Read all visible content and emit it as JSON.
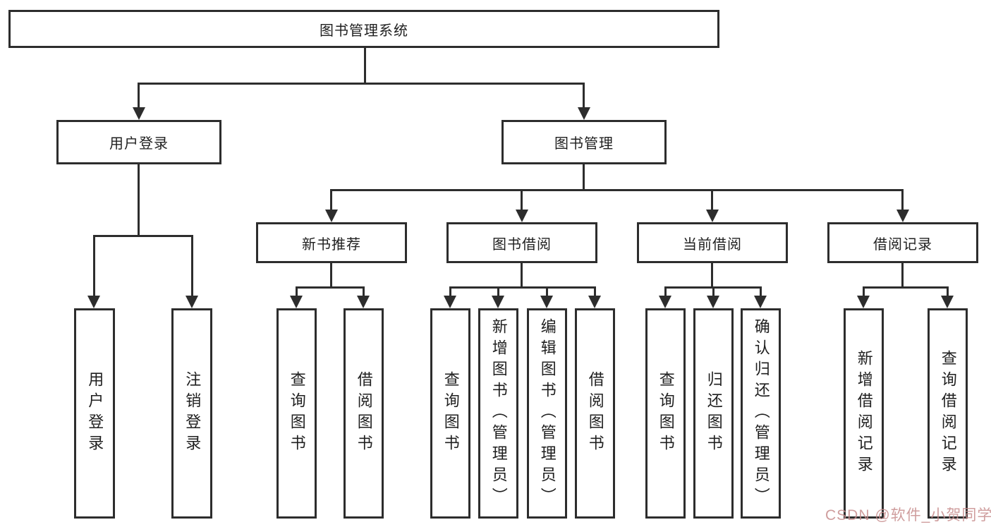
{
  "diagram_title": "图书管理系统",
  "watermark": "CSDN @软件_小贺同学",
  "colors": {
    "line": "#2d2d2d",
    "box_border": "#2d2d2d",
    "text": "#1f1f1f",
    "background": "#ffffff",
    "watermark": "#c78c8c"
  },
  "nodes": {
    "root": "图书管理系统",
    "branches": [
      {
        "label": "用户登录",
        "children": [
          "用户登录",
          "注销登录"
        ]
      },
      {
        "label": "图书管理",
        "children": [
          {
            "label": "新书推荐",
            "children": [
              "查询图书",
              "借阅图书"
            ]
          },
          {
            "label": "图书借阅",
            "children": [
              "查询图书",
              "新增图书（管理员）",
              "编辑图书（管理员）",
              "借阅图书"
            ]
          },
          {
            "label": "当前借阅",
            "children": [
              "查询图书",
              "归还图书",
              "确认归还（管理员）"
            ]
          },
          {
            "label": "借阅记录",
            "children": [
              "新增借阅记录",
              "查询借阅记录"
            ]
          }
        ]
      }
    ]
  }
}
